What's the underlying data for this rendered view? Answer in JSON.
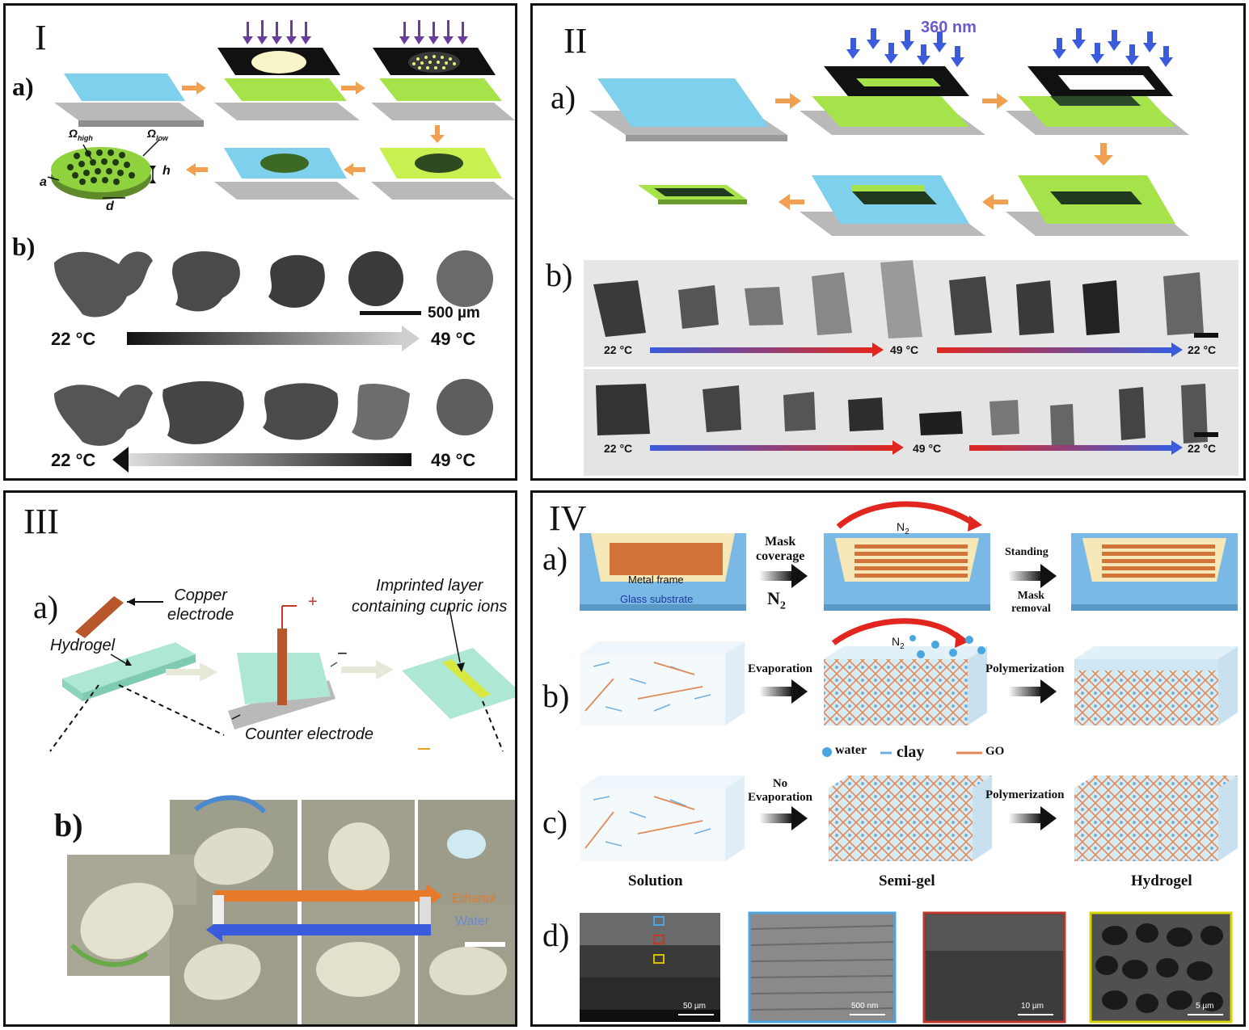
{
  "panels": {
    "p1": {
      "numeral": "I",
      "a_label": "a)",
      "b_label": "b)",
      "omega_high": "Ω",
      "omega_high_sub": "high",
      "omega_low": "Ω",
      "omega_low_sub": "low",
      "dim_h": "h",
      "dim_a": "a",
      "dim_d": "d",
      "scale": "500 µm",
      "temp_low_1": "22 °C",
      "temp_high_1": "49 °C",
      "temp_low_2": "22 °C",
      "temp_high_2": "49 °C"
    },
    "p2": {
      "numeral": "II",
      "a_label": "a)",
      "b_label": "b)",
      "wavelength": "360 nm",
      "r1_left": "22 °C",
      "r1_mid": "49 °C",
      "r1_right": "22 °C",
      "r2_left": "22 °C",
      "r2_mid": "49 °C",
      "r2_right": "22 °C"
    },
    "p3": {
      "numeral": "III",
      "a_label": "a)",
      "b_label": "b)",
      "copper_1": "Copper",
      "copper_2": "electrode",
      "hydrogel": "Hydrogel",
      "imprinted_1": "Imprinted layer",
      "imprinted_2": "containing cupric ions",
      "counter": "Counter electrode",
      "plus": "+",
      "minus": "−",
      "ethanol": "Ethanol",
      "water": "Water"
    },
    "p4": {
      "numeral": "IV",
      "a_label": "a)",
      "b_label": "b)",
      "c_label": "c)",
      "d_label": "d)",
      "metal_frame": "Metal frame",
      "glass_substrate": "Glass substrate",
      "mask_1": "Mask",
      "mask_2": "coverage",
      "n2_big": "N",
      "n2_big_sub": "2",
      "n2_a": "N",
      "n2_a_sub": "2",
      "standing": "Standing",
      "mask_removal_1": "Mask",
      "mask_removal_2": "removal",
      "evaporation": "Evaporation",
      "n2_b": "N",
      "n2_b_sub": "2",
      "polymerization_b": "Polymerization",
      "legend_water": "water",
      "legend_clay": "clay",
      "legend_go": "GO",
      "no_evap_1": "No",
      "no_evap_2": "Evaporation",
      "polymerization_c": "Polymerization",
      "solution": "Solution",
      "semi_gel": "Semi-gel",
      "hydrogel": "Hydrogel",
      "scale1": "50 µm",
      "scale2": "500 nm",
      "scale3": "10 µm",
      "scale4": "5 µm"
    }
  },
  "colors": {
    "lightblue": "#7fd0ec",
    "lime": "#a6e34a",
    "orange": "#f0a050",
    "copper": "#b8562c",
    "gray": "#b9b9b9",
    "black": "#111111",
    "arrow_purple": "#6a3d9a",
    "arrow_blue": "#3a5bdc",
    "red": "#e0261f"
  }
}
